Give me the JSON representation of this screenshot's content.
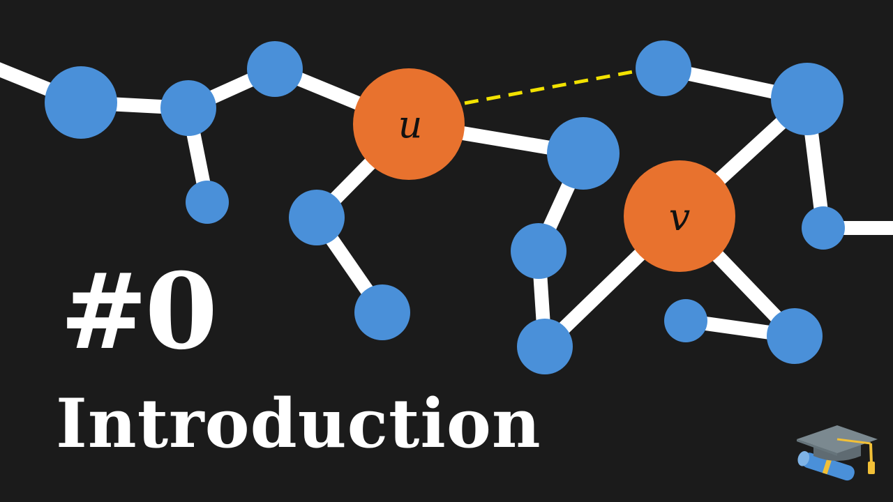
{
  "episode": {
    "number": "#0",
    "title": "Introduction"
  },
  "graph": {
    "highlight_labels": [
      "u",
      "v"
    ],
    "colors": {
      "background": "#1b1b1b",
      "edge": "#ffffff",
      "node": "#4a90d9",
      "highlight_node": "#e8722e",
      "candidate_edge": "#f2e200"
    }
  },
  "icons": {
    "corner": "graduation-cap-icon"
  }
}
